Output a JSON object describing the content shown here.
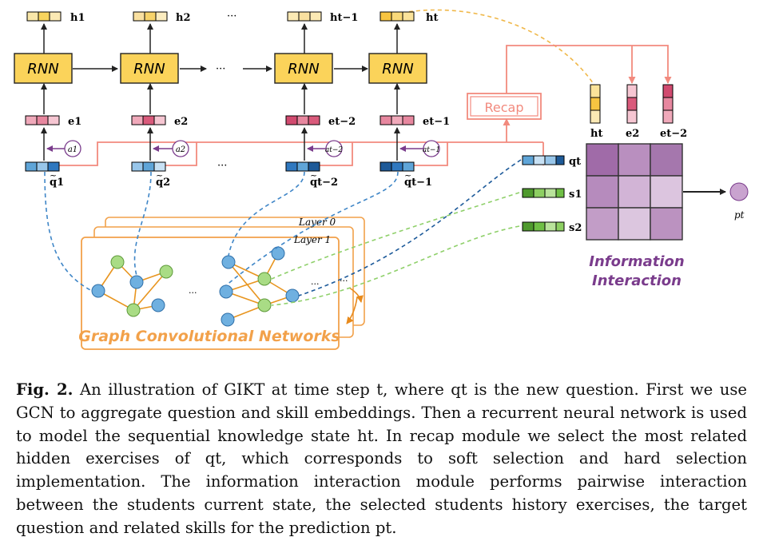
{
  "figure": {
    "hidden_labels": [
      "h1",
      "h2",
      "ht−1",
      "ht"
    ],
    "rnn_label": "RNN",
    "dots": "···",
    "embed_labels": [
      "e1",
      "e2",
      "et−2",
      "et−1"
    ],
    "attention_labels": [
      "a1",
      "a2",
      "at−2",
      "at−1"
    ],
    "question_labels": [
      "q1",
      "q2",
      "qt−2",
      "qt−1"
    ],
    "recap_label": "Recap",
    "selected_labels": [
      "ht",
      "e2",
      "et−2"
    ],
    "target_labels": [
      "qt",
      "s1",
      "s2"
    ],
    "prediction_label": "pt",
    "info_title_line1": "Information",
    "info_title_line2": "Interaction",
    "gcn_title": "Graph Convolutional Networks",
    "layer_labels": [
      "Layer 0",
      "Layer 1"
    ],
    "colors": {
      "rnn_fill": "#fbd35a",
      "hidden_fill": "#f9d97a",
      "embed_fill": "#e7879f",
      "question_fill": "#5fa5d8",
      "skill_fill": "#8dcf62",
      "recap_stroke": "#f28a7e",
      "gcn_border": "#f2a14a",
      "info_title": "#7a3c8c",
      "matrix_fill": "#b98fbf",
      "prediction_fill": "#c9a3cf"
    }
  },
  "caption": {
    "label": "Fig. 2.",
    "text": "An illustration of GIKT at time step t, where qt is the new question. First we use GCN to aggregate question and skill embeddings. Then a recurrent neural network is used to model the sequential knowledge state ht. In recap module we select the most related hidden exercises of qt, which corresponds to soft selection and hard selection implementation. The information interaction module performs pairwise interaction between the students current state, the selected students history exercises, the target question and related skills for the prediction pt."
  }
}
